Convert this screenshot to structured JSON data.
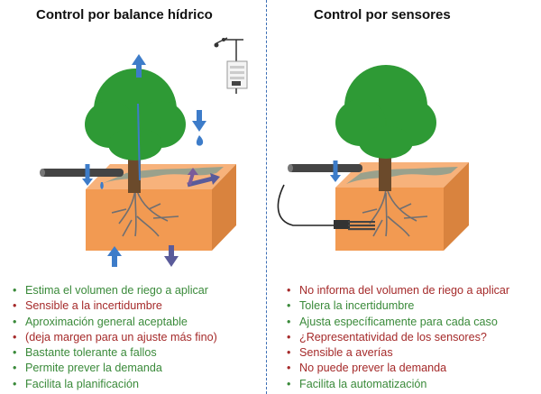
{
  "colors": {
    "positive": "#3a8a3a",
    "negative": "#a52a2a",
    "soil": "#f29a52",
    "tree": "#2e9a35",
    "arrow_up": "#3d7cc9",
    "arrow_down": "#5a5b9a",
    "divider": "#3d6fb5"
  },
  "left": {
    "title": "Control por balance hídrico",
    "items": [
      {
        "text": "Estima el volumen de riego a aplicar",
        "tone": "positive"
      },
      {
        "text": "Sensible a la incertidumbre",
        "tone": "negative"
      },
      {
        "text": "Aproximación general aceptable",
        "tone": "positive"
      },
      {
        "text": "(deja margen para un ajuste más fino)",
        "tone": "negative"
      },
      {
        "text": "Bastante tolerante a fallos",
        "tone": "positive"
      },
      {
        "text": "Permite prever la demanda",
        "tone": "positive"
      },
      {
        "text": "Facilita la planificación",
        "tone": "positive"
      }
    ]
  },
  "right": {
    "title": "Control por sensores",
    "items": [
      {
        "text": "No informa del volumen de riego a aplicar",
        "tone": "negative"
      },
      {
        "text": "Tolera la incertidumbre",
        "tone": "positive"
      },
      {
        "text": "Ajusta específicamente para cada caso",
        "tone": "positive"
      },
      {
        "text": "¿Representatividad de los sensores?",
        "tone": "negative"
      },
      {
        "text": "Sensible a averías",
        "tone": "negative"
      },
      {
        "text": "No puede prever la demanda",
        "tone": "negative"
      },
      {
        "text": "Facilita la automatización",
        "tone": "positive"
      }
    ]
  },
  "icons": {
    "weather_station": "weather-station-icon",
    "tree": "tree-icon",
    "soil_block": "soil-block-icon",
    "pipe": "irrigation-pipe-icon",
    "sensor_probe": "soil-sensor-probe-icon"
  }
}
